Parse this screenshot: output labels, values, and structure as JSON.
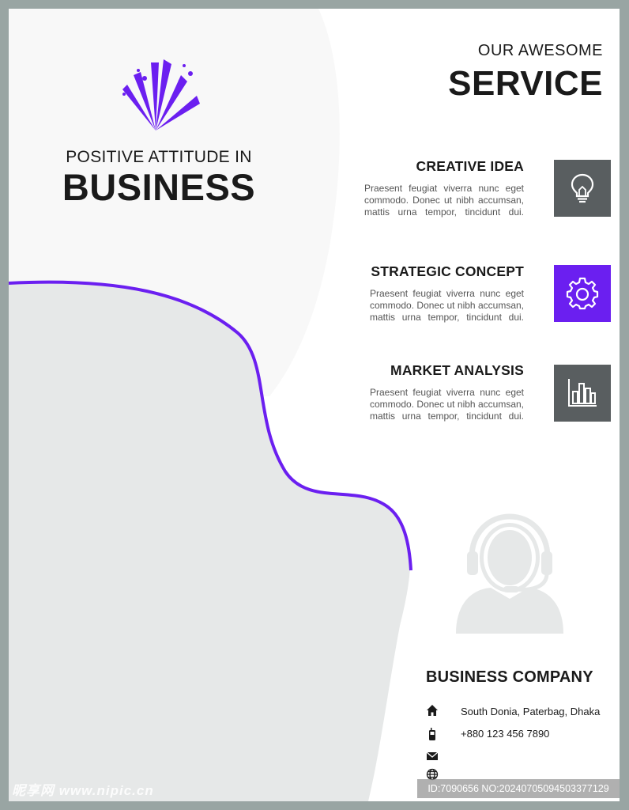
{
  "brand": {
    "tagline_top": "POSITIVE ATTITUDE IN",
    "tagline_main": "BUSINESS",
    "logo_icon": "burst-logo-icon"
  },
  "heading": {
    "small": "OUR AWESOME",
    "big": "SERVICE"
  },
  "services": [
    {
      "title": "CREATIVE IDEA",
      "text": "Praesent feugiat viverra nunc eget commodo. Donec ut nibh accumsan, mattis urna tempor, tincidunt dui.",
      "icon": "lightbulb-icon"
    },
    {
      "title": "STRATEGIC CONCEPT",
      "text": "Praesent feugiat viverra nunc eget commodo. Donec ut nibh accumsan, mattis urna tempor, tincidunt dui.",
      "icon": "gear-icon"
    },
    {
      "title": "MARKET ANALYSIS",
      "text": "Praesent feugiat viverra nunc eget commodo. Donec ut nibh accumsan, mattis urna tempor, tincidunt dui.",
      "icon": "bar-chart-icon"
    }
  ],
  "company": {
    "name": "BUSINESS COMPANY",
    "address": "South Donia, Paterbag, Dhaka",
    "phone": "+880 123 456 7890"
  },
  "watermark": {
    "left": "昵享网 www.nipic.cn",
    "right": "ID:7090656 NO:20240705094503377129"
  },
  "colors": {
    "accent": "#6b1ff0",
    "dark_box": "#595e60",
    "frame": "#99a5a3",
    "shape_gray": "#e6e8e8",
    "text": "#1a1a1a"
  }
}
